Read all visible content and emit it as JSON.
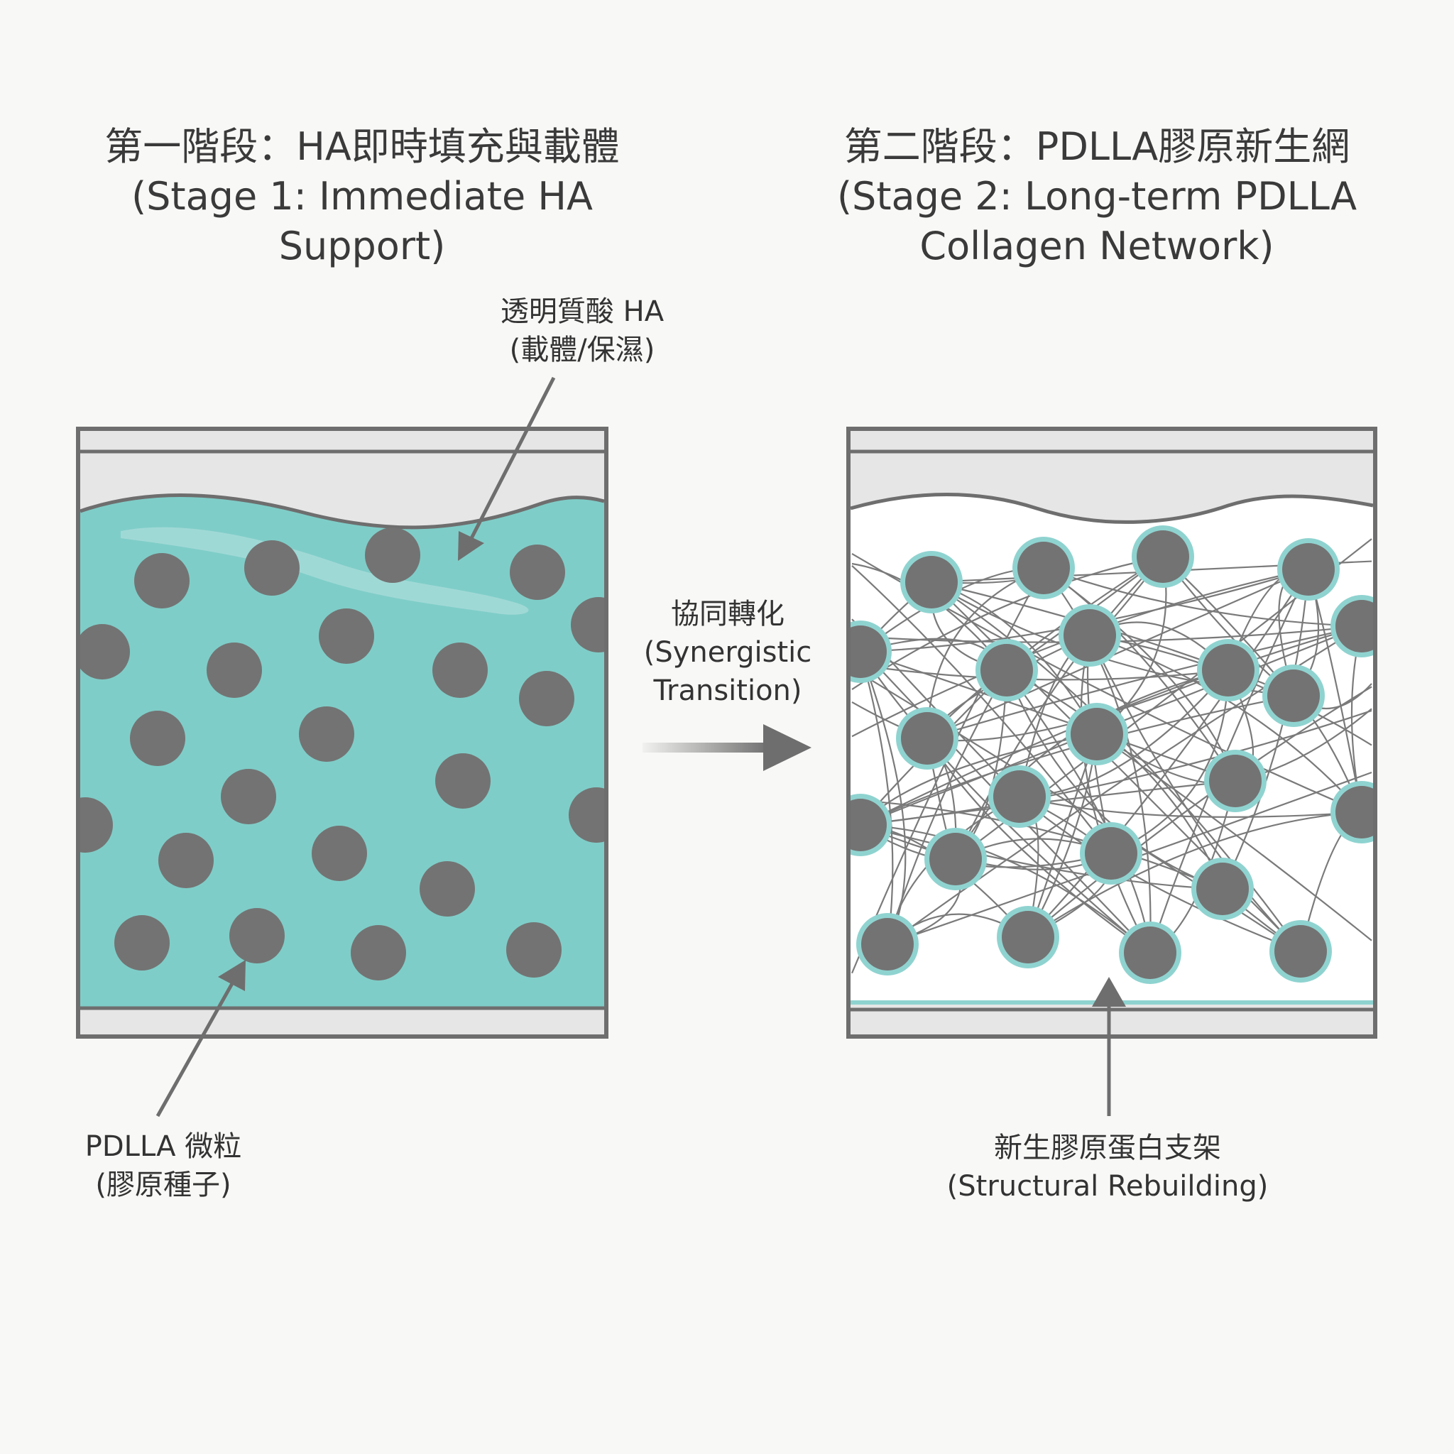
{
  "stage1": {
    "title_zh": "第一階段：HA即時填充與載體",
    "title_en": "(Stage 1: Immediate HA Support)"
  },
  "stage2": {
    "title_zh": "第二階段：PDLLA膠原新生網",
    "title_en_line1": "(Stage 2: Long-term PDLLA",
    "title_en_line2": "Collagen Network)"
  },
  "labels": {
    "ha_line1": "透明質酸 HA",
    "ha_line2": "(載體/保濕)",
    "pdlla_line1": "PDLLA 微粒",
    "pdlla_line2": "(膠原種子)",
    "transition_line1": "協同轉化",
    "transition_line2": "(Synergistic",
    "transition_line3": "Transition)",
    "network_line1": "新生膠原蛋白支架",
    "network_line2": "(Structural Rebuilding)"
  },
  "colors": {
    "ha_fill": "#7fcdc8",
    "particle": "#737373",
    "collagen_ring": "#8fd3d0",
    "frame": "#6e6e6e",
    "band": "#e6e6e6"
  }
}
